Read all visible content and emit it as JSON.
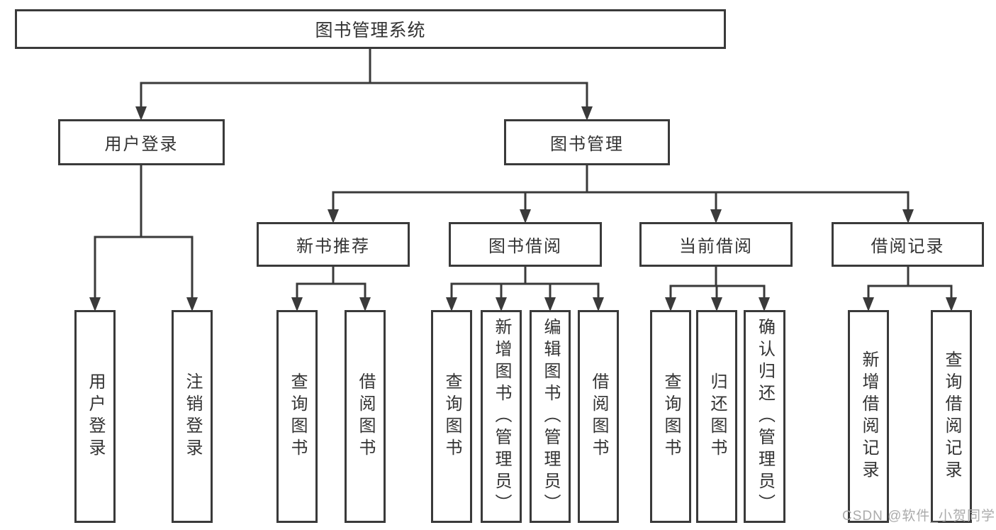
{
  "diagram": {
    "root": {
      "label": "图书管理系统"
    },
    "branches": [
      {
        "label": "用户登录",
        "children": [
          {
            "label": "用户登录"
          },
          {
            "label": "注销登录"
          }
        ]
      },
      {
        "label": "图书管理",
        "children": [
          {
            "label": "新书推荐",
            "children": [
              {
                "label": "查询图书"
              },
              {
                "label": "借阅图书"
              }
            ]
          },
          {
            "label": "图书借阅",
            "children": [
              {
                "label": "查询图书"
              },
              {
                "label": "新增图书（管理员）"
              },
              {
                "label": "编辑图书（管理员）"
              },
              {
                "label": "借阅图书"
              }
            ]
          },
          {
            "label": "当前借阅",
            "children": [
              {
                "label": "查询图书"
              },
              {
                "label": "归还图书"
              },
              {
                "label": "确认归还（管理员）"
              }
            ]
          },
          {
            "label": "借阅记录",
            "children": [
              {
                "label": "新增借阅记录"
              },
              {
                "label": "查询借阅记录"
              }
            ]
          }
        ]
      }
    ],
    "watermark": "CSDN @软件_小贺同学",
    "colors": {
      "line": "#3a3a3a",
      "text": "#333333",
      "watermark": "#ababab",
      "bg": "#ffffff"
    }
  }
}
